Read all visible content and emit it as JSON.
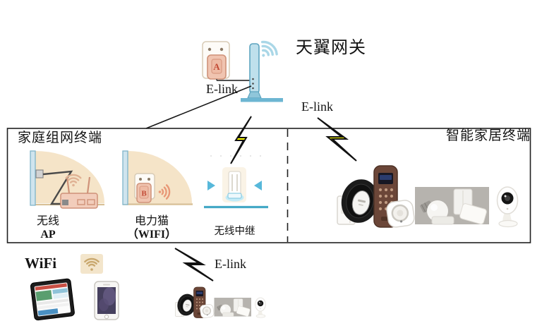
{
  "gateway": {
    "title": "天翼网关",
    "elink": "E-link",
    "adapter_letter": "A"
  },
  "links": {
    "elink_smart": "E-link",
    "elink_bottom": "E-link"
  },
  "home_box": {
    "title": "家庭组网终端",
    "wireless_ap": {
      "line1": "无线",
      "line2": "AP"
    },
    "powerline": {
      "line1": "电力猫",
      "line2": "（WIFI）",
      "adapter_letter": "B"
    },
    "repeater": {
      "label": "无线中继"
    }
  },
  "smart_box": {
    "title": "智能家居终端"
  },
  "client": {
    "wifi_label": "WiFi"
  },
  "colors": {
    "router_blue": "#77b9d2",
    "light_blue": "#aad7e7",
    "beige": "#f5e4c8",
    "salmon": "#f0c4b0",
    "salmon_border": "#cf9279",
    "bolt_yellow": "#ffff00",
    "lock_brown": "#6b4638",
    "photo_gray": "#b6b3ae",
    "line_black": "#1f1f1f"
  }
}
